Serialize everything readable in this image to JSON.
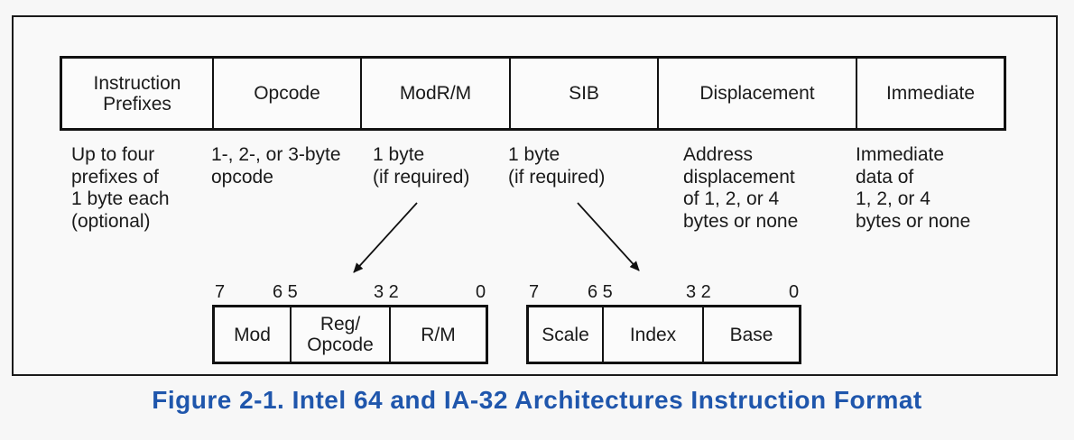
{
  "fields": [
    {
      "label": "Instruction\nPrefixes",
      "desc": "Up to four\nprefixes of\n1 byte each\n(optional)"
    },
    {
      "label": "Opcode",
      "desc": "1-, 2-, or 3-byte\nopcode"
    },
    {
      "label": "ModR/M",
      "desc": "1 byte\n(if required)"
    },
    {
      "label": "SIB",
      "desc": "1 byte\n(if required)"
    },
    {
      "label": "Displacement",
      "desc": "Address\ndisplacement\nof 1, 2, or 4\nbytes or none"
    },
    {
      "label": "Immediate",
      "desc": "Immediate\ndata of\n1, 2, or 4\nbytes or none"
    }
  ],
  "modrm": {
    "bits": [
      "7",
      "6 5",
      "3 2",
      "0"
    ],
    "cells": [
      "Mod",
      "Reg/\nOpcode",
      "R/M"
    ]
  },
  "sib": {
    "bits": [
      "7",
      "6 5",
      "3 2",
      "0"
    ],
    "cells": [
      "Scale",
      "Index",
      "Base"
    ]
  },
  "caption": "Figure 2-1.  Intel 64 and IA-32 Architectures Instruction Format",
  "colors": {
    "caption": "#1f56ac",
    "lines": "#111111"
  }
}
